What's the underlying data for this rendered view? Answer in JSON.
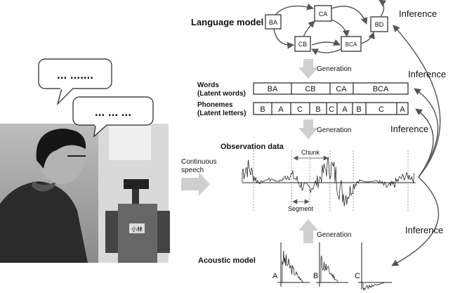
{
  "photo": {
    "bubble_large": "... .......",
    "bubble_small": "... ... ...",
    "robot_label": "小林"
  },
  "language_model": {
    "title": "Language model",
    "nodes": [
      "BA",
      "CA",
      "BD",
      "CB",
      "BCA"
    ]
  },
  "generation_label": "Generation",
  "inference_label": "Inference",
  "words": {
    "label_line1": "Words",
    "label_line2": "(Latent words)",
    "items": [
      "BA",
      "CB",
      "CA",
      "BCA"
    ]
  },
  "phonemes": {
    "label_line1": "Phonemes",
    "label_line2": "(Latent letters)",
    "items": [
      "B",
      "A",
      "C",
      "B",
      "C",
      "A",
      "B",
      "C",
      "A"
    ]
  },
  "observation": {
    "title": "Observation data",
    "chunk_label": "Chunk",
    "segment_label": "Segment",
    "continuous_line1": "Continuous",
    "continuous_line2": "speech"
  },
  "acoustic_model": {
    "title": "Acoustic model",
    "labels": [
      "A",
      "B",
      "C"
    ]
  },
  "colors": {
    "gray_arrow": "#cfcfcf",
    "line": "#222222"
  }
}
